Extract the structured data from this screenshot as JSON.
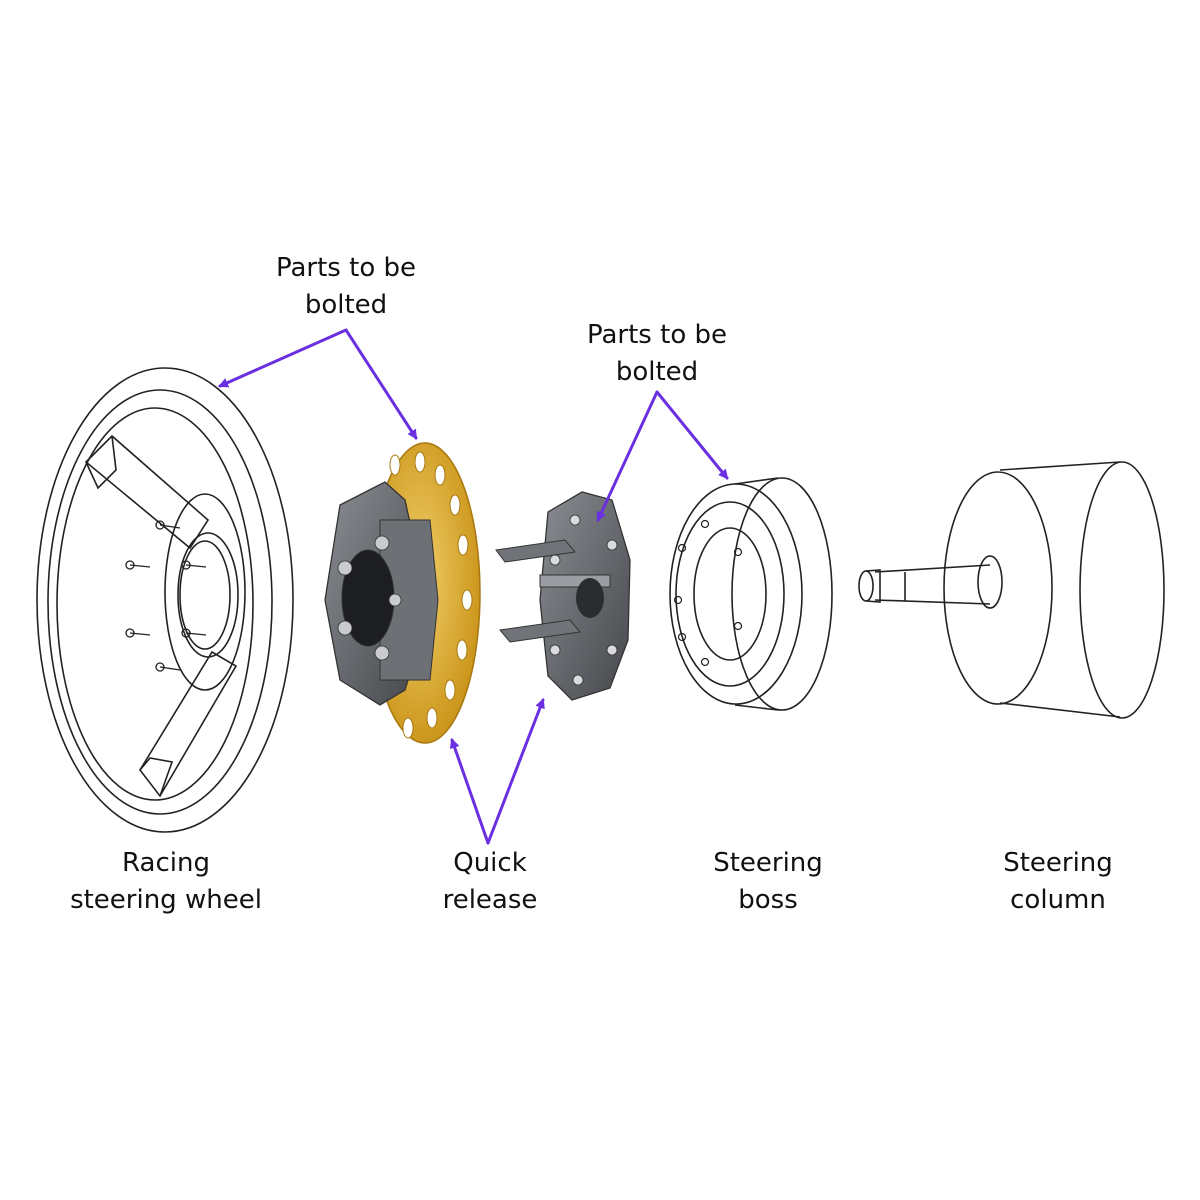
{
  "annotations": {
    "top_left": {
      "line1": "Parts to be",
      "line2": "bolted"
    },
    "top_right": {
      "line1": "Parts to be",
      "line2": "bolted"
    }
  },
  "components": [
    {
      "id": "racing-steering-wheel",
      "line1": "Racing",
      "line2": "steering wheel"
    },
    {
      "id": "quick-release",
      "line1": "Quick",
      "line2": "release"
    },
    {
      "id": "steering-boss",
      "line1": "Steering",
      "line2": "boss"
    },
    {
      "id": "steering-column",
      "line1": "Steering",
      "line2": "column"
    }
  ],
  "colors": {
    "arrow": "#6a2fe0",
    "line_art": "#222222",
    "metal_dark": "#55575c",
    "metal_light": "#a9abb0",
    "gold": "#d8a42a"
  }
}
